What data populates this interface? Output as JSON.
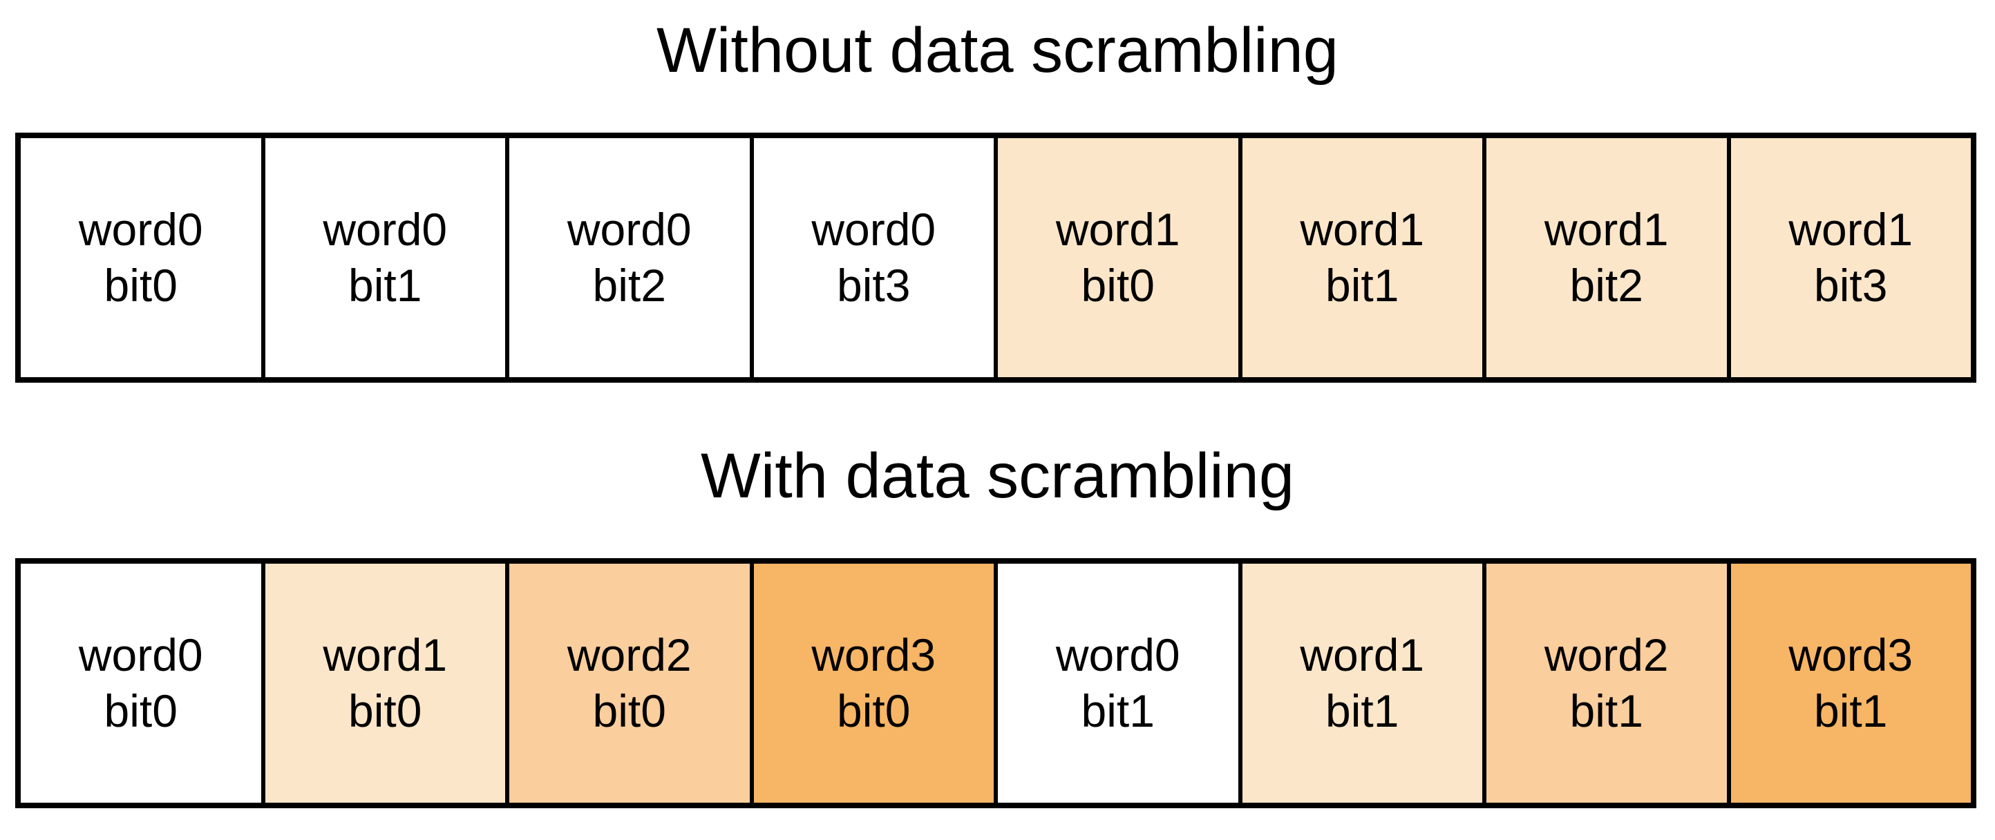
{
  "sections": [
    {
      "title": "Without data scrambling",
      "cells": [
        {
          "line1": "word0",
          "line2": "bit0",
          "shade": 0
        },
        {
          "line1": "word0",
          "line2": "bit1",
          "shade": 0
        },
        {
          "line1": "word0",
          "line2": "bit2",
          "shade": 0
        },
        {
          "line1": "word0",
          "line2": "bit3",
          "shade": 0
        },
        {
          "line1": "word1",
          "line2": "bit0",
          "shade": 1
        },
        {
          "line1": "word1",
          "line2": "bit1",
          "shade": 1
        },
        {
          "line1": "word1",
          "line2": "bit2",
          "shade": 1
        },
        {
          "line1": "word1",
          "line2": "bit3",
          "shade": 1
        }
      ]
    },
    {
      "title": "With data scrambling",
      "cells": [
        {
          "line1": "word0",
          "line2": "bit0",
          "shade": 0
        },
        {
          "line1": "word1",
          "line2": "bit0",
          "shade": 1
        },
        {
          "line1": "word2",
          "line2": "bit0",
          "shade": 2
        },
        {
          "line1": "word3",
          "line2": "bit0",
          "shade": 3
        },
        {
          "line1": "word0",
          "line2": "bit1",
          "shade": 0
        },
        {
          "line1": "word1",
          "line2": "bit1",
          "shade": 1
        },
        {
          "line1": "word2",
          "line2": "bit1",
          "shade": 2
        },
        {
          "line1": "word3",
          "line2": "bit1",
          "shade": 3
        }
      ]
    }
  ],
  "colors": {
    "shade0": "#FFFFFF",
    "shade1": "#FBE6C9",
    "shade2": "#FACE9D",
    "shade3": "#F7B566",
    "border": "#000000",
    "text": "#000000",
    "background": "#FFFFFF"
  }
}
